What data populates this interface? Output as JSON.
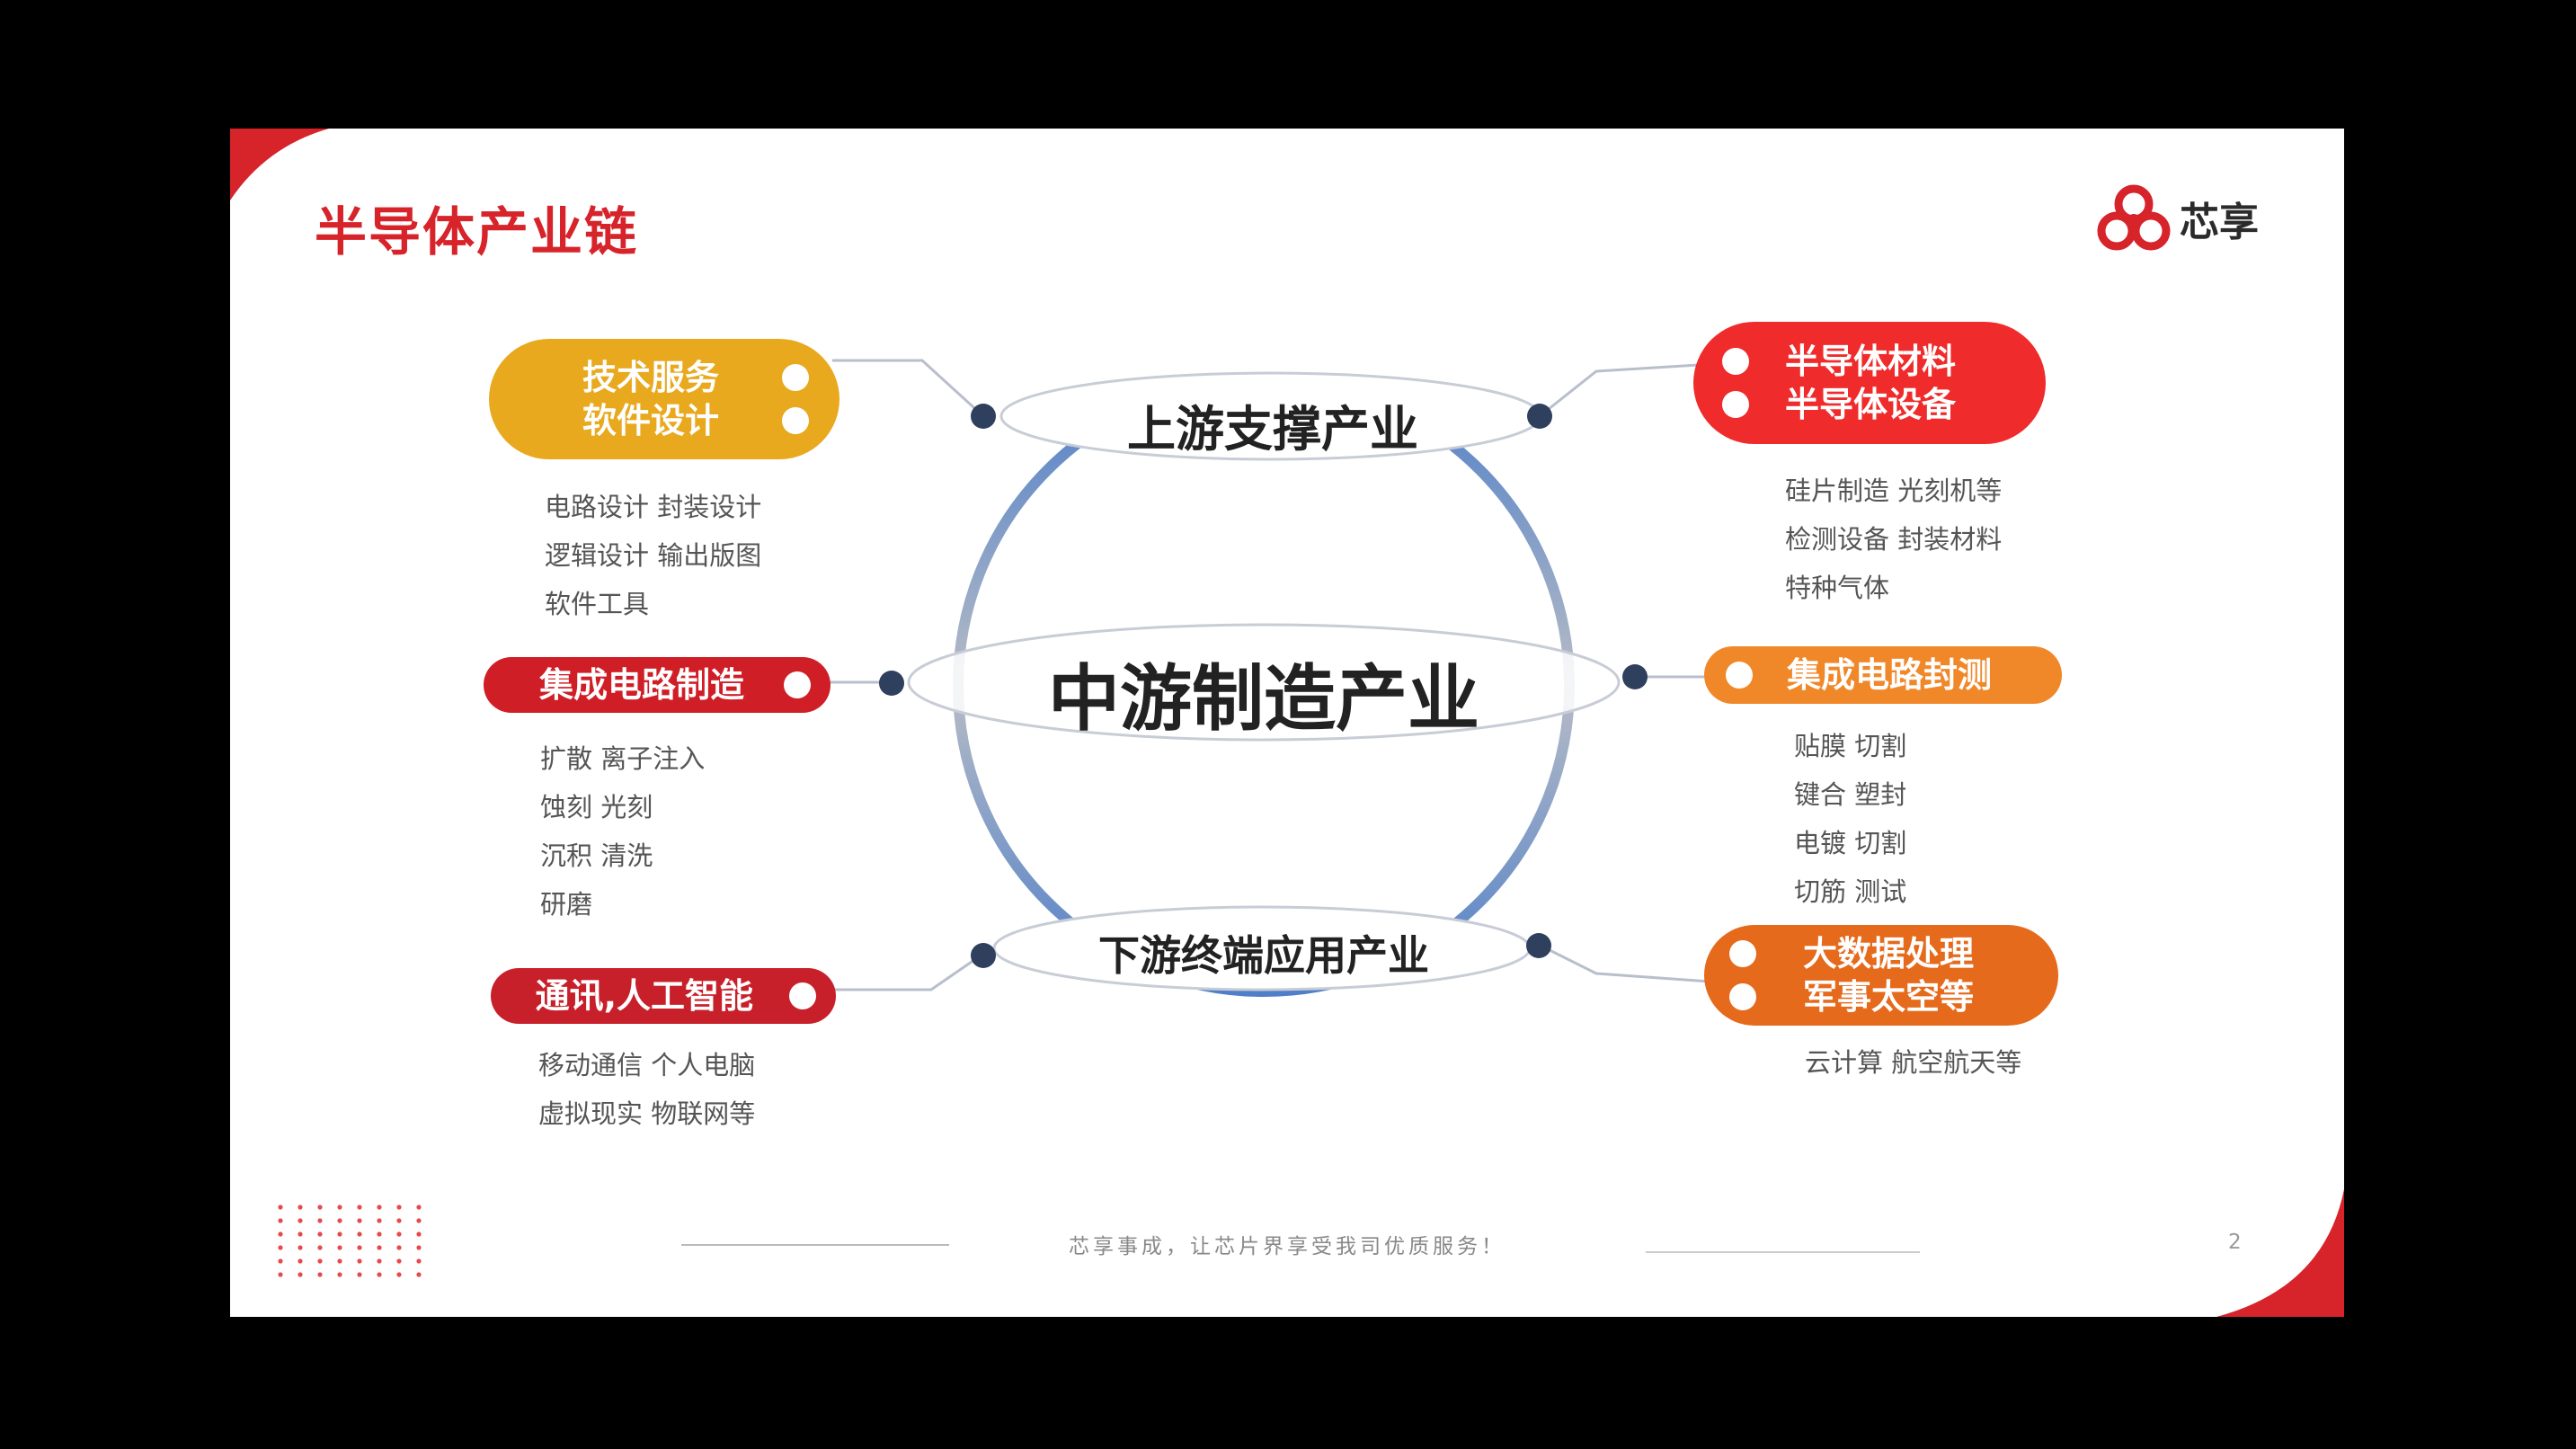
{
  "title": "半导体产业链",
  "logo": {
    "text": "芯享",
    "icon": "clover-logo-icon"
  },
  "rings": {
    "top": "上游支撑产业",
    "middle": "中游制造产业",
    "bottom": "下游终端应用产业"
  },
  "left_groups": [
    {
      "lines": [
        "技术服务",
        "软件设计"
      ],
      "color": "#E8A91F",
      "details": [
        "电路设计  封装设计",
        "逻辑设计  输出版图",
        "软件工具"
      ]
    },
    {
      "lines": [
        "集成电路制造"
      ],
      "color": "#D01E27",
      "details": [
        "扩散  离子注入",
        "蚀刻  光刻",
        "沉积   清洗",
        "研磨"
      ]
    },
    {
      "lines": [
        "通讯,人工智能"
      ],
      "color": "#C8202A",
      "details": [
        "移动通信  个人电脑",
        "虚拟现实   物联网等"
      ]
    }
  ],
  "right_groups": [
    {
      "lines": [
        "半导体材料",
        "半导体设备"
      ],
      "color": "#EF2B2B",
      "details": [
        "硅片制造  光刻机等",
        "检测设备  封装材料",
        "特种气体"
      ]
    },
    {
      "lines": [
        "集成电路封测"
      ],
      "color": "#F0882A",
      "details": [
        "贴膜   切割",
        "键合   塑封",
        "电镀   切割",
        "切筋   测试"
      ]
    },
    {
      "lines": [
        "大数据处理",
        "军事太空等"
      ],
      "color": "#E56A1C",
      "details": [
        "云计算   航空航天等"
      ]
    }
  ],
  "footer": "芯享事成，让芯片界享受我司优质服务！",
  "page_number": "2",
  "colors": {
    "brand_red": "#D7232A",
    "node": "#2F3F5E",
    "ring_blue": "#4F7FC8"
  }
}
